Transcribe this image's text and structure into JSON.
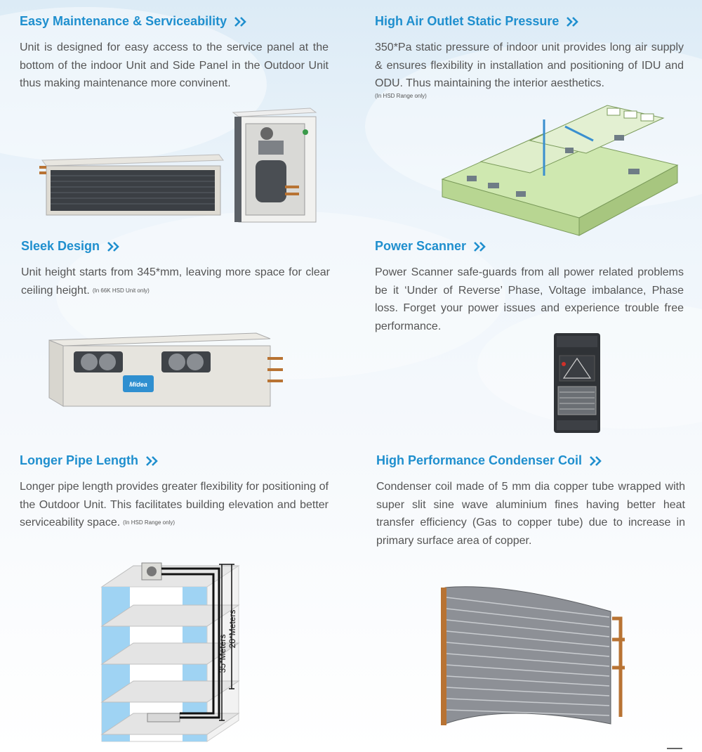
{
  "features": [
    {
      "title": "Easy Maintenance & Serviceability",
      "text": "Unit is designed for easy access to the service panel at the bottom of the indoor Unit and Side Panel in the Outdoor Unit thus making maintenance more convinent.",
      "note": ""
    },
    {
      "title": "High Air Outlet Static Pressure",
      "text": "350*Pa static pressure of indoor unit provides long air supply & ensures flexibility in installation and positioning of IDU  and ODU. Thus maintaining the interior aesthetics.",
      "note": "(In HSD Range only)"
    },
    {
      "title": "Sleek Design",
      "text": "Unit height starts from 345*mm, leaving more space for clear ceiling height.",
      "note": "(In 66K HSD Unit only)"
    },
    {
      "title": "Power Scanner",
      "text": "Power Scanner safe-guards from all power related problems be it ‘Under of Reverse’ Phase, Voltage imbalance, Phase loss. Forget your power issues and experience trouble free performance.",
      "note": ""
    },
    {
      "title": "Longer Pipe Length",
      "text": "Longer pipe length provides greater flexibility for positioning of the Outdoor Unit. This facilitates building elevation and better serviceability space.",
      "note": "(In HSD Range only)"
    },
    {
      "title": "High Performance Condenser Coil",
      "text": "Condenser coil made of 5 mm dia copper tube wrapped with super slit sine wave aluminium fines having better heat transfer efficiency (Gas to copper tube) due to increase in primary surface area of copper.",
      "note": ""
    }
  ],
  "diagram": {
    "label_outer": "35*Meters",
    "label_inner": "20*Meters"
  },
  "brand": {
    "logo_text": "Midea"
  },
  "colors": {
    "heading": "#1f8fce",
    "body_text": "#555555"
  }
}
